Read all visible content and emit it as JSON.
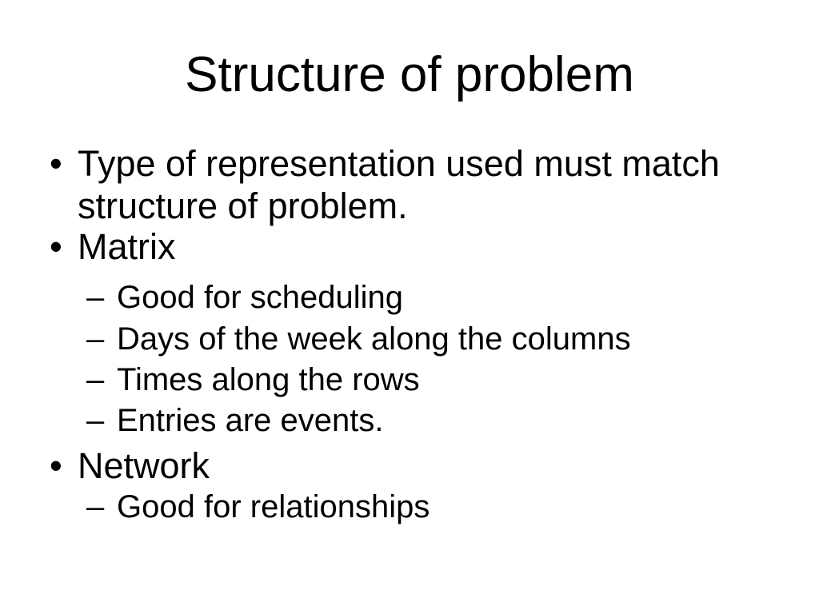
{
  "slide": {
    "title": "Structure of problem",
    "markers": {
      "level1": "•",
      "level2": "–"
    },
    "bullets": [
      {
        "level": 1,
        "text": "Type of representation used must match structure of problem."
      },
      {
        "level": 1,
        "text": "Matrix"
      },
      {
        "level": 2,
        "text": "Good for scheduling"
      },
      {
        "level": 2,
        "text": "Days of the week along the columns"
      },
      {
        "level": 2,
        "text": "Times along the rows"
      },
      {
        "level": 2,
        "text": "Entries are events."
      },
      {
        "level": 1,
        "text": "Network"
      },
      {
        "level": 2,
        "text": "Good for relationships"
      }
    ],
    "colors": {
      "background": "#ffffff",
      "text": "#000000"
    }
  }
}
